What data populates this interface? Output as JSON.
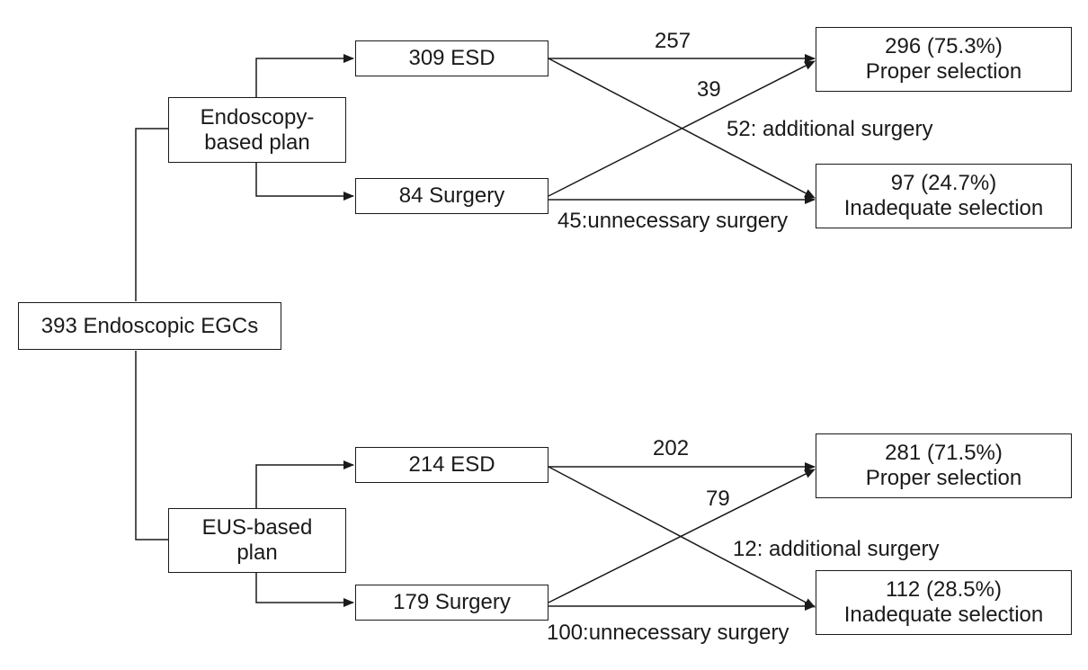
{
  "root": "393 Endoscopic EGCs",
  "plans": [
    {
      "name_line1": "Endoscopy-",
      "name_line2": "based plan",
      "esd": "309 ESD",
      "surgery": "84 Surgery",
      "esd_proper": "257",
      "surgery_proper": "39",
      "esd_inadequate": "52: additional surgery",
      "surgery_inadequate": "45:unnecessary surgery",
      "proper_count": "296 (75.3%)",
      "proper_label": "Proper selection",
      "inadequate_count": "97 (24.7%)",
      "inadequate_label": "Inadequate selection"
    },
    {
      "name_line1": "EUS-based",
      "name_line2": "plan",
      "esd": "214 ESD",
      "surgery": "179 Surgery",
      "esd_proper": "202",
      "surgery_proper": "79",
      "esd_inadequate": "12: additional surgery",
      "surgery_inadequate": "100:unnecessary surgery",
      "proper_count": "281 (71.5%)",
      "proper_label": "Proper selection",
      "inadequate_count": "112 (28.5%)",
      "inadequate_label": "Inadequate selection"
    }
  ]
}
